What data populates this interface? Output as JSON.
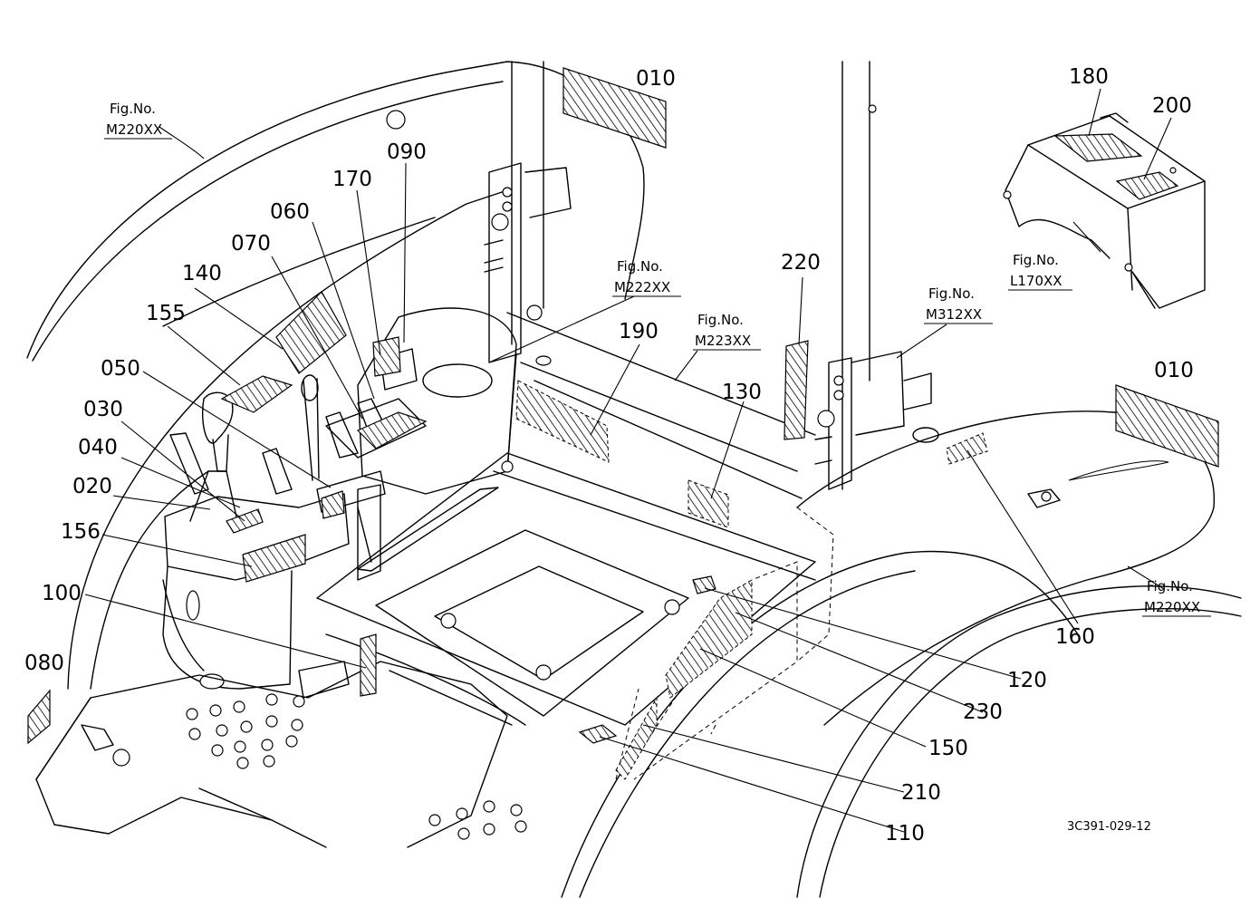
{
  "part_labels": {
    "p010a": "010",
    "p010b": "010",
    "p020": "020",
    "p030": "030",
    "p040": "040",
    "p050": "050",
    "p060": "060",
    "p070": "070",
    "p080": "080",
    "p090": "090",
    "p100": "100",
    "p110": "110",
    "p120": "120",
    "p130": "130",
    "p140": "140",
    "p150": "150",
    "p155": "155",
    "p156": "156",
    "p160": "160",
    "p170": "170",
    "p180": "180",
    "p190": "190",
    "p200": "200",
    "p210": "210",
    "p220": "220",
    "p230": "230"
  },
  "figure_refs": {
    "fig_m220_left": {
      "title": "Fig.No.",
      "code": "M220XX"
    },
    "fig_m222": {
      "title": "Fig.No.",
      "code": "M222XX"
    },
    "fig_m223": {
      "title": "Fig.No.",
      "code": "M223XX"
    },
    "fig_m312": {
      "title": "Fig.No.",
      "code": "M312XX"
    },
    "fig_l170": {
      "title": "Fig.No.",
      "code": "L170XX"
    },
    "fig_m220_right": {
      "title": "Fig.No.",
      "code": "M220XX"
    }
  },
  "drawing_code": "3C391-029-12"
}
